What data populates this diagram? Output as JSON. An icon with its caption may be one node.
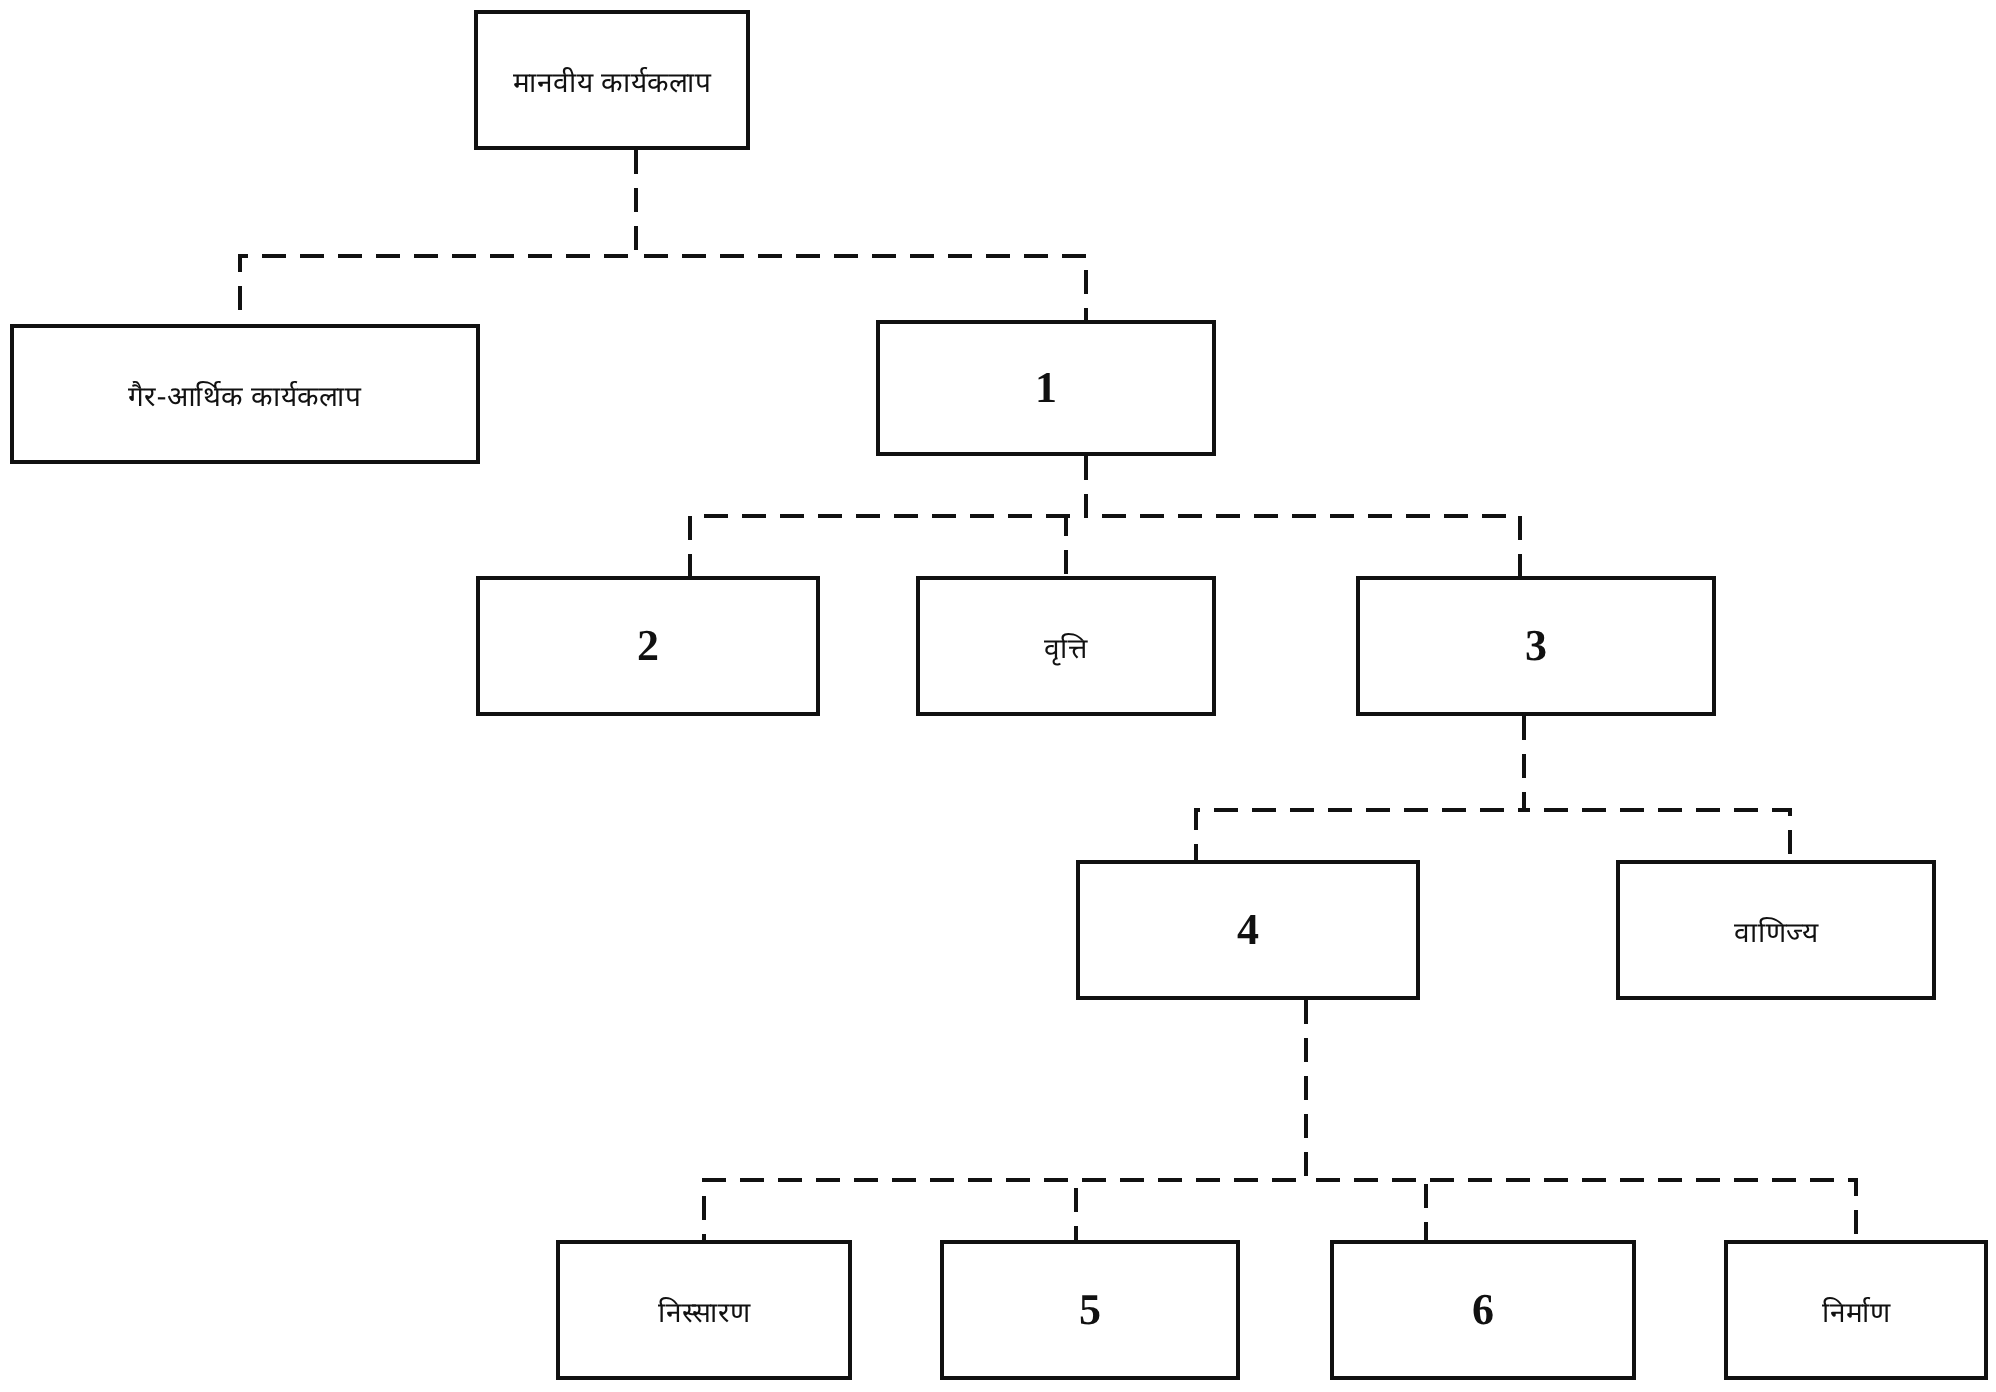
{
  "diagram": {
    "nodes": [
      {
        "text": [
          "मानवीय कार्यकलाप"
        ]
      },
      {
        "text": [
          "गैर-आर्थिक कार्यकलाप"
        ]
      },
      {
        "text": [
          "1"
        ]
      },
      {
        "text": [
          "2"
        ]
      },
      {
        "text": [
          "वृत्ति"
        ]
      },
      {
        "text": [
          "3"
        ]
      },
      {
        "text": [
          "4"
        ]
      },
      {
        "text": [
          "वाणिज्य"
        ]
      },
      {
        "text": [
          "निस्सारण"
        ]
      },
      {
        "text": [
          "5"
        ]
      },
      {
        "text": [
          "6"
        ]
      },
      {
        "text": [
          "निर्माण"
        ]
      }
    ],
    "edges": [
      {
        "from": 0,
        "to": 1,
        "arrow": "none",
        "style": "dashed"
      },
      {
        "from": 0,
        "to": 2,
        "arrow": "none",
        "style": "dashed"
      },
      {
        "from": 2,
        "to": 3,
        "arrow": "none",
        "style": "dashed"
      },
      {
        "from": 2,
        "to": 4,
        "arrow": "none",
        "style": "dashed"
      },
      {
        "from": 2,
        "to": 5,
        "arrow": "none",
        "style": "dashed"
      },
      {
        "from": 5,
        "to": 6,
        "arrow": "none",
        "style": "dashed"
      },
      {
        "from": 5,
        "to": 7,
        "arrow": "none",
        "style": "dashed"
      },
      {
        "from": 6,
        "to": 8,
        "arrow": "none",
        "style": "dashed"
      },
      {
        "from": 6,
        "to": 9,
        "arrow": "none",
        "style": "dashed"
      },
      {
        "from": 6,
        "to": 10,
        "arrow": "none",
        "style": "dashed"
      },
      {
        "from": 6,
        "to": 11,
        "arrow": "none",
        "style": "dashed"
      }
    ]
  }
}
